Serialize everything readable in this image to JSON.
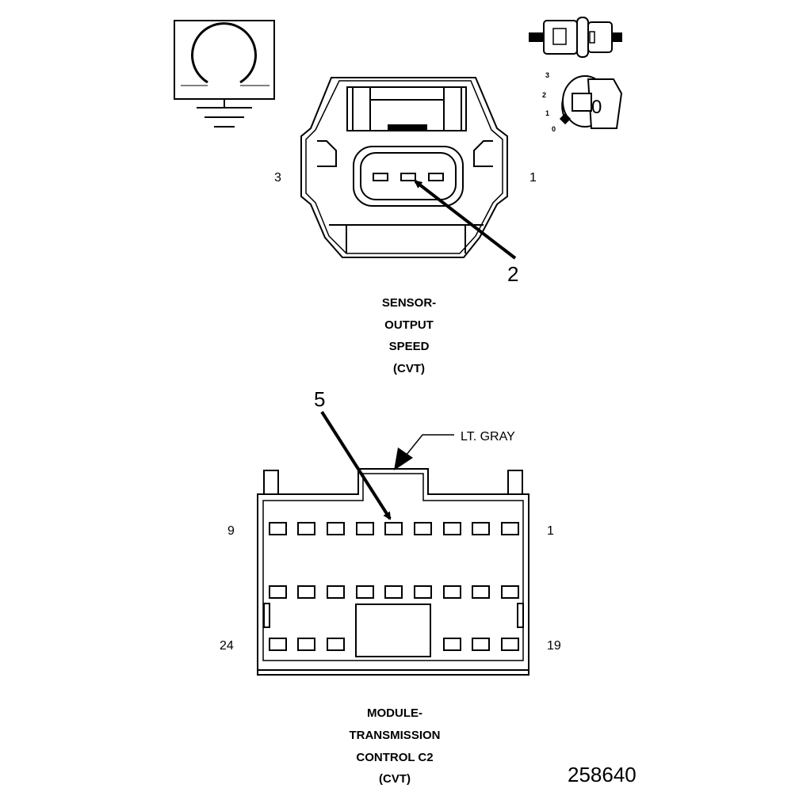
{
  "ground_symbol": {
    "icon": "ground-wiring-icon"
  },
  "connector_key": {
    "icons": [
      "connector-pair-icon",
      "connector-key-icon"
    ],
    "positions": [
      "3",
      "2",
      "1",
      "0"
    ],
    "key_letter": "0"
  },
  "sensor_connector": {
    "pin_left": "3",
    "pin_right": "1",
    "callout": "2",
    "caption": [
      "SENSOR-",
      "OUTPUT",
      "SPEED",
      "(CVT)"
    ]
  },
  "module_connector": {
    "callout": "5",
    "color_label": "LT. GRAY",
    "pin_top_left": "9",
    "pin_top_right": "1",
    "pin_bottom_left": "24",
    "pin_bottom_right": "19",
    "caption": [
      "MODULE-",
      "TRANSMISSION",
      "CONTROL C2",
      "(CVT)"
    ]
  },
  "figure_number": "258640"
}
